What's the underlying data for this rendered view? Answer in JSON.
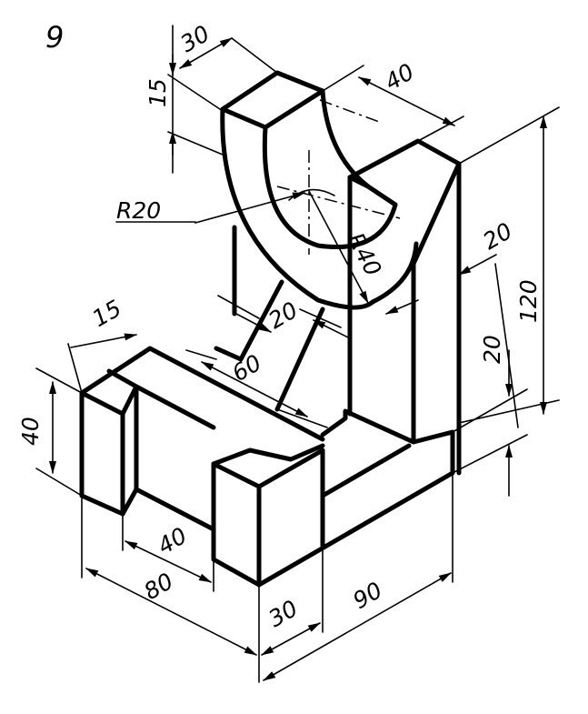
{
  "figure": {
    "number": "9",
    "dimensions": {
      "d30_top": "30",
      "d15_top": "15",
      "d40_top": "40",
      "r20": "R20",
      "r40": "R40",
      "d20_right": "20",
      "d120": "120",
      "d20_inner": "20",
      "d20_rib": "20",
      "d60": "60",
      "d15_left": "15",
      "d40_left": "40",
      "d40_bottom": "40",
      "d80": "80",
      "d30_bottom": "30",
      "d90": "90"
    }
  }
}
